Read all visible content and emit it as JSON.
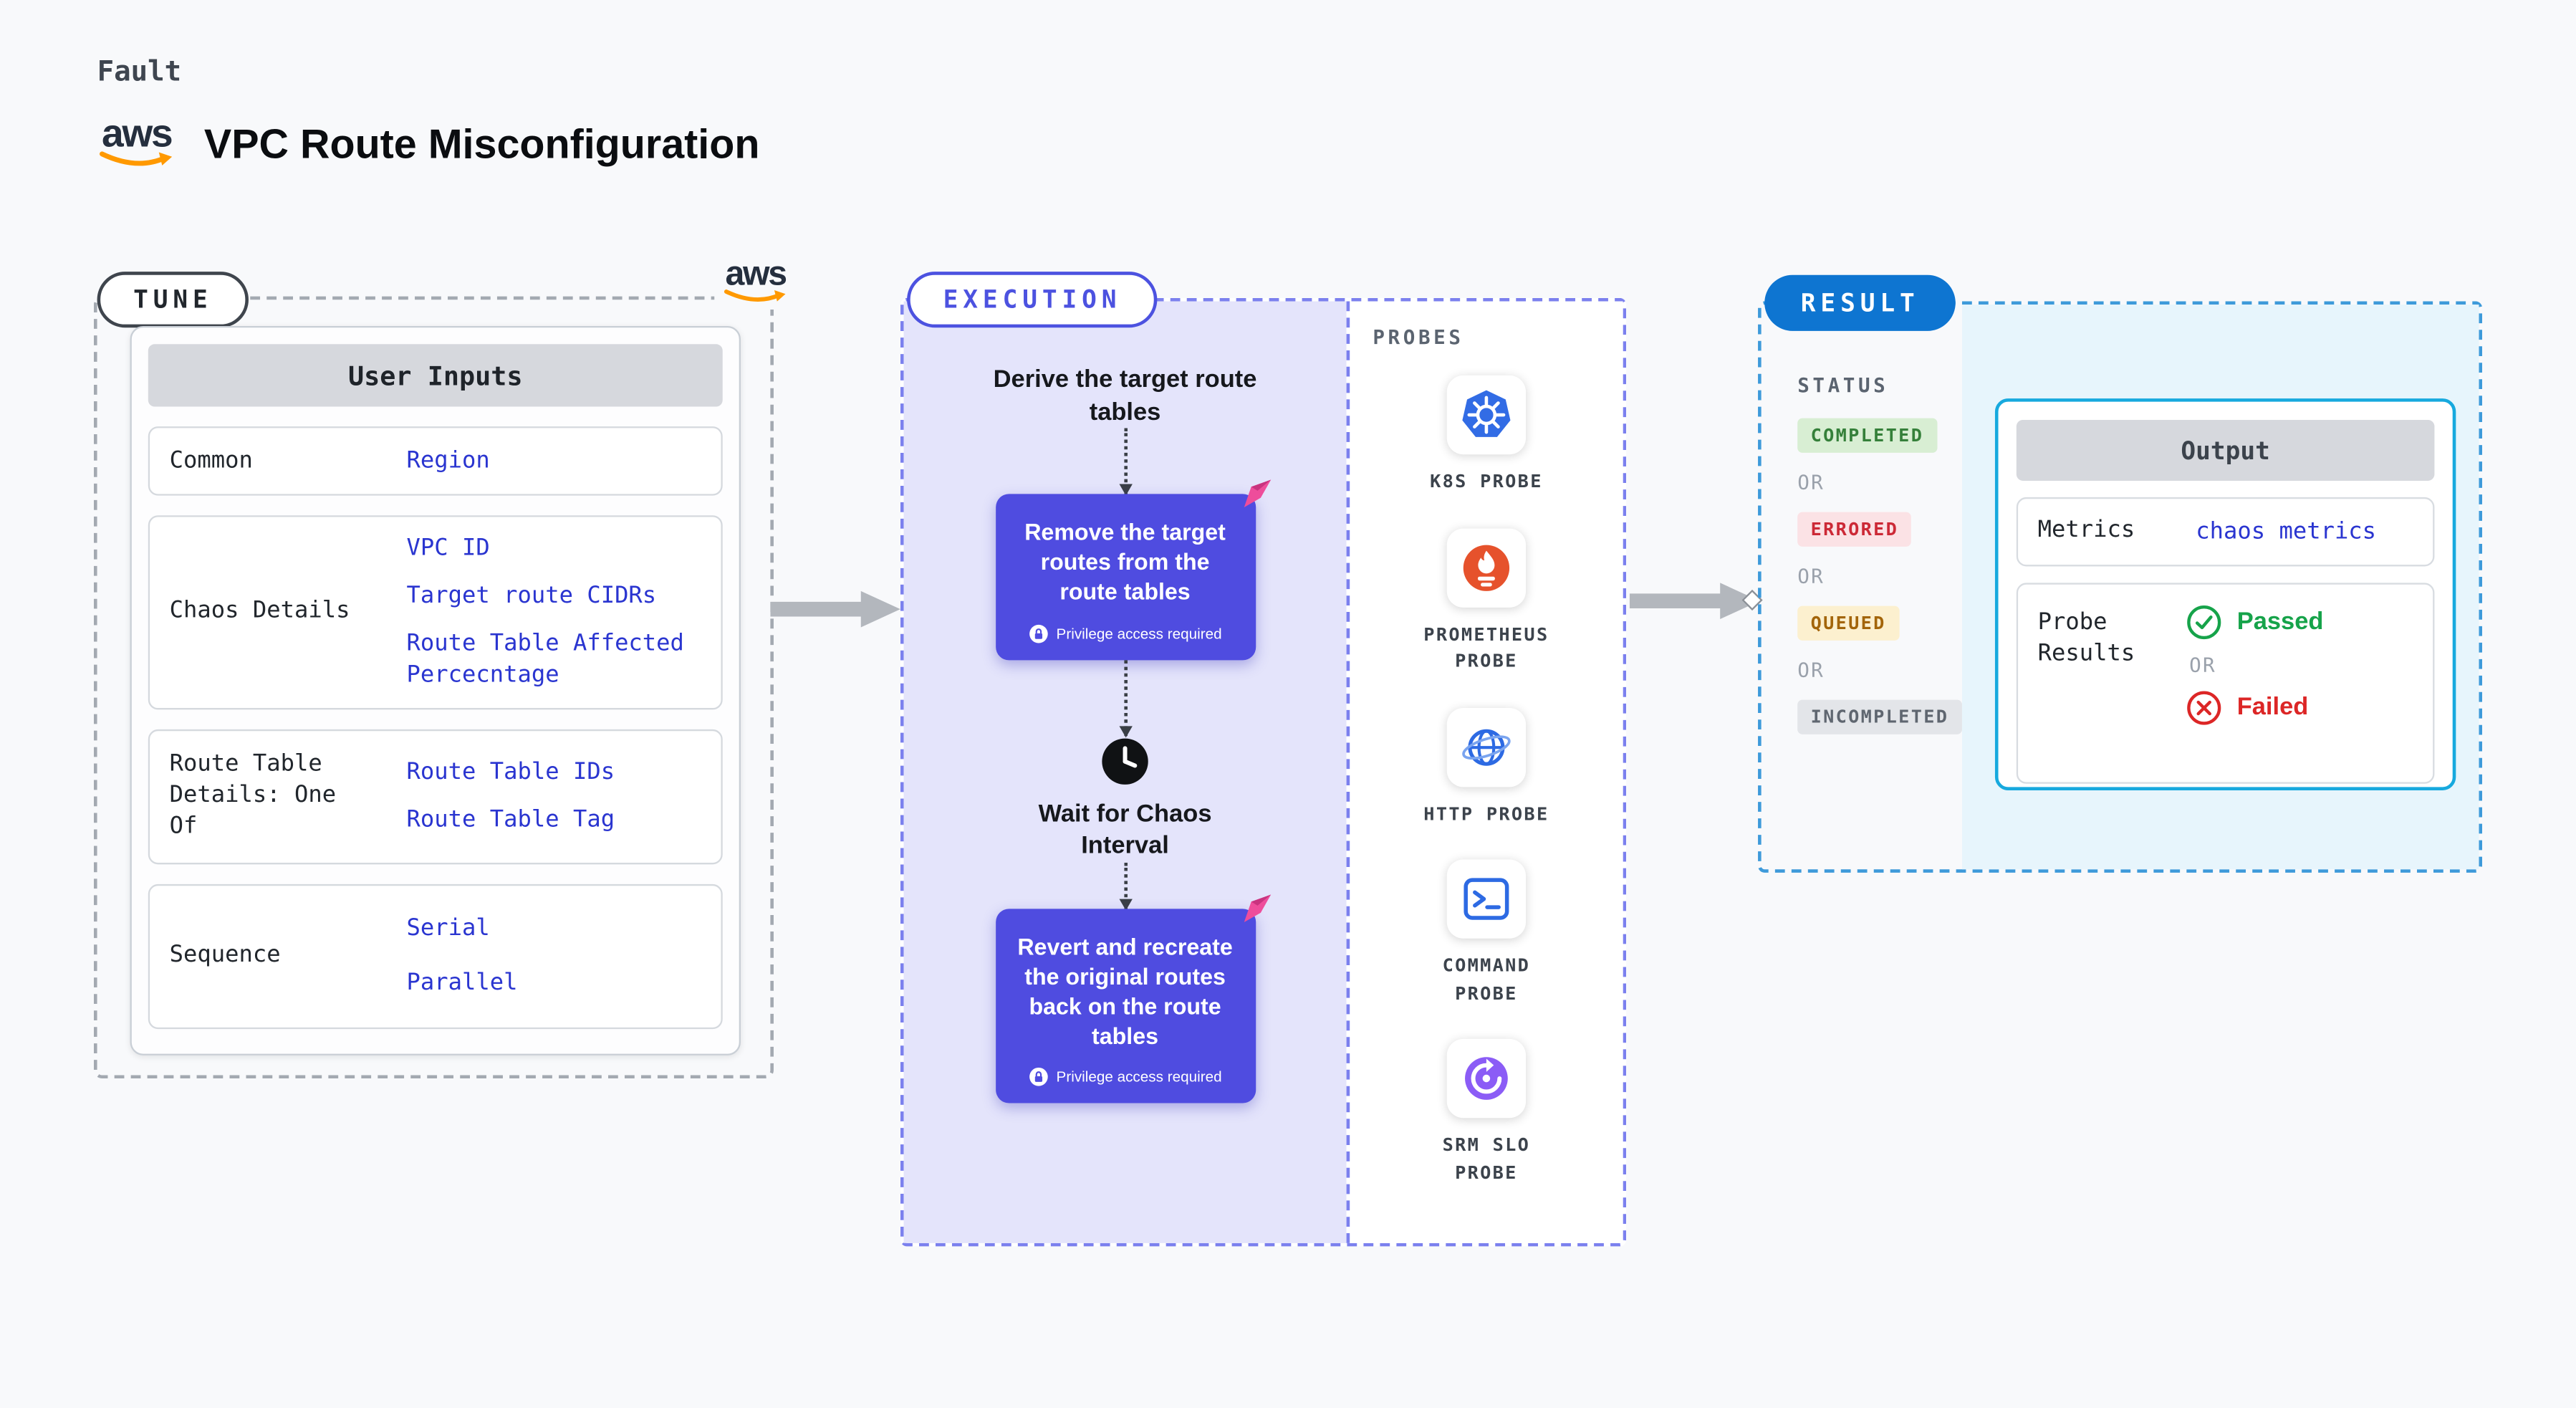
{
  "colors": {
    "accent_purple": "#4f4ce0",
    "link_blue": "#2a35d0",
    "aws_orange": "#ff9900",
    "exec_bg": "#e4e4fb",
    "result_badge_blue": "#0e75d1",
    "output_border_cyan": "#17a9de",
    "status_completed": "#35803a",
    "status_errored": "#cc2936",
    "status_queued": "#a3650a",
    "status_incompleted": "#5f6670",
    "passed_green": "#16a34a",
    "failed_red": "#dc2626",
    "flag_pink": "#ee4d9b"
  },
  "header": {
    "kicker": "Fault",
    "title": "VPC Route Misconfiguration",
    "logo_text": "aws"
  },
  "tune": {
    "badge": "TUNE",
    "table": {
      "header": "User Inputs",
      "rows": [
        {
          "label": "Common",
          "values": [
            "Region"
          ]
        },
        {
          "label": "Chaos Details",
          "values": [
            "VPC ID",
            "Target route CIDRs",
            "Route Table Affected Percecntage"
          ]
        },
        {
          "label": "Route Table Details: One Of",
          "values": [
            "Route Table IDs",
            "Route Table Tag"
          ]
        },
        {
          "label": "Sequence",
          "values": [
            "Serial",
            "Parallel"
          ]
        }
      ]
    }
  },
  "execution": {
    "badge": "EXECUTION",
    "step1": "Derive the target route tables",
    "action1": {
      "label": "Remove the target routes from the route tables",
      "badge": "Privilege access required"
    },
    "wait": "Wait for Chaos Interval",
    "action2": {
      "label": "Revert and recreate the original routes back on the route tables",
      "badge": "Privilege access required"
    },
    "probes": {
      "title": "PROBES",
      "items": [
        {
          "label": "K8S PROBE",
          "icon": "kubernetes-icon"
        },
        {
          "label": "PROMETHEUS PROBE",
          "icon": "prometheus-icon"
        },
        {
          "label": "HTTP PROBE",
          "icon": "globe-icon"
        },
        {
          "label": "COMMAND PROBE",
          "icon": "terminal-icon"
        },
        {
          "label": "SRM SLO PROBE",
          "icon": "gauge-icon"
        }
      ]
    }
  },
  "result": {
    "badge": "RESULT",
    "status_title": "STATUS",
    "or": "OR",
    "statuses": [
      "COMPLETED",
      "ERRORED",
      "QUEUED",
      "INCOMPLETED"
    ],
    "output": {
      "header": "Output",
      "metrics_label": "Metrics",
      "metrics_value": "chaos metrics",
      "probe_results_label": "Probe Results",
      "passed": "Passed",
      "failed": "Failed"
    }
  }
}
